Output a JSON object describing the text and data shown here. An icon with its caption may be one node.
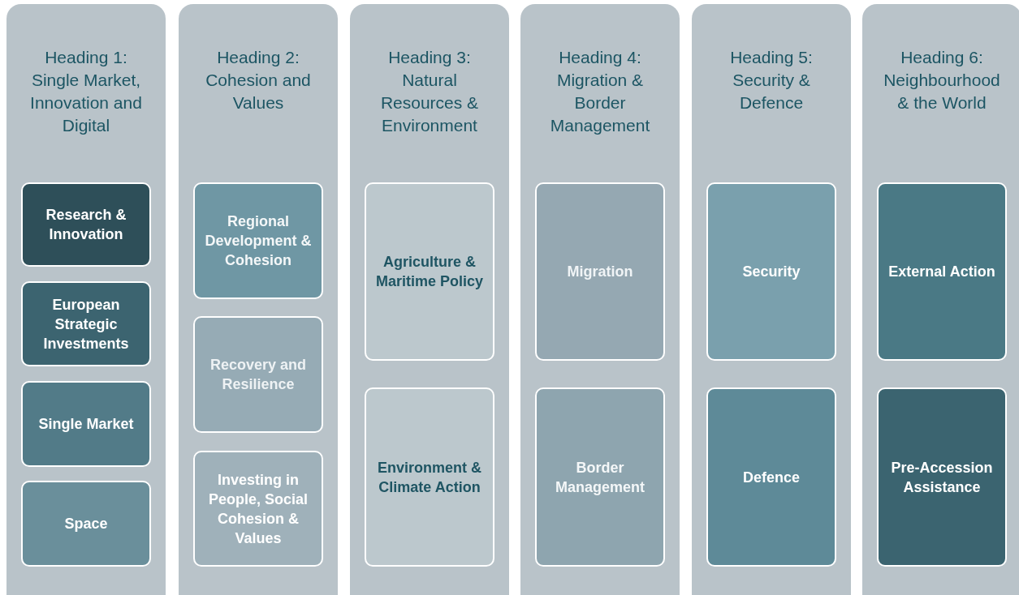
{
  "diagram": {
    "nodes": [
      {
        "text": [
          "Heading 1: Single Market, Innovation and Digital"
        ]
      },
      {
        "text": [
          "Research & Innovation"
        ],
        "in": 0
      },
      {
        "text": [
          "European Strategic Investments"
        ],
        "in": 0
      },
      {
        "text": [
          "Single Market"
        ],
        "in": 0
      },
      {
        "text": [
          "Space"
        ],
        "in": 0
      },
      {
        "text": [
          "Heading 2: Cohesion and Values"
        ]
      },
      {
        "text": [
          "Regional Development & Cohesion"
        ],
        "in": 5
      },
      {
        "text": [
          "Recovery and Resilience"
        ],
        "in": 5
      },
      {
        "text": [
          "Investing in People, Social Cohesion & Values"
        ],
        "in": 5
      },
      {
        "text": [
          "Heading 3: Natural Resources & Environment"
        ]
      },
      {
        "text": [
          "Agriculture & Maritime Policy"
        ],
        "in": 9
      },
      {
        "text": [
          "Environment & Climate Action"
        ],
        "in": 9
      },
      {
        "text": [
          "Heading 4: Migration & Border Management"
        ]
      },
      {
        "text": [
          "Migration"
        ],
        "in": 12
      },
      {
        "text": [
          "Border Management"
        ],
        "in": 12
      },
      {
        "text": [
          "Heading 5: Security & Defence"
        ]
      },
      {
        "text": [
          "Security"
        ],
        "in": 15
      },
      {
        "text": [
          "Defence"
        ],
        "in": 15
      },
      {
        "text": [
          "Heading 6: Neighbourhood & the World"
        ]
      },
      {
        "text": [
          "External Action"
        ],
        "in": 18
      },
      {
        "text": [
          "Pre-Accession Assistance"
        ],
        "in": 18
      }
    ]
  }
}
